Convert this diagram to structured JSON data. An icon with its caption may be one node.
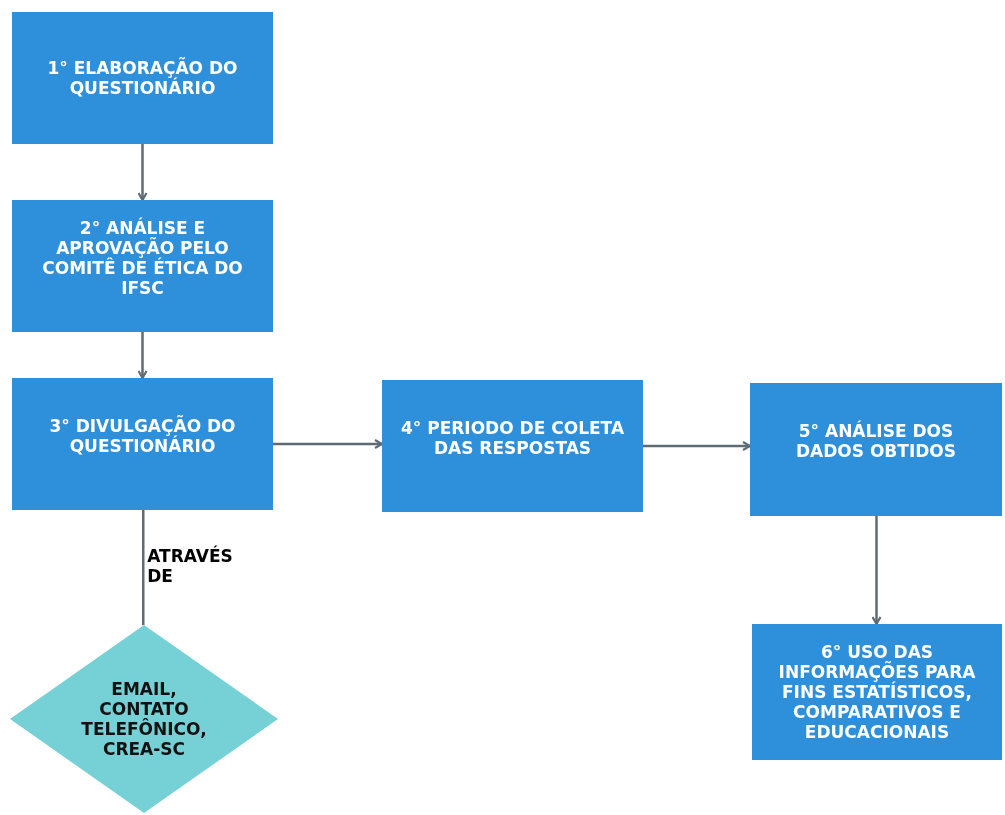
{
  "diagram": {
    "nodes": [
      {
        "text": [
          "1° ELABORAÇÃO DO QUESTIONÁRIO"
        ]
      },
      {
        "text": [
          "2° ANÁLISE E APROVAÇÃO PELO COMITÊ DE ÉTICA DO IFSC"
        ]
      },
      {
        "text": [
          "3° DIVULGAÇÃO DO QUESTIONÁRIO"
        ]
      },
      {
        "text": [
          "4° PERIODO DE COLETA DAS RESPOSTAS"
        ]
      },
      {
        "text": [
          "5° ANÁLISE DOS DADOS OBTIDOS"
        ]
      },
      {
        "text": [
          "6° USO DAS INFORMAÇÕES PARA FINS ESTATÍSTICOS, COMPARATIVOS E EDUCACIONAIS"
        ]
      },
      {
        "text": [
          "EMAIL, CONTATO TELEFÔNICO, CREA-SC"
        ]
      }
    ],
    "edges": [
      {
        "from": 0,
        "to": 1,
        "arrow": "to"
      },
      {
        "from": 1,
        "to": 2,
        "arrow": "to"
      },
      {
        "from": 2,
        "to": 3,
        "arrow": "to"
      },
      {
        "from": 3,
        "to": 4,
        "arrow": "to"
      },
      {
        "from": 4,
        "to": 5,
        "arrow": "to"
      },
      {
        "from": 2,
        "to": 6,
        "arrow": "none",
        "label": "ATRAVÉS DE"
      }
    ]
  }
}
